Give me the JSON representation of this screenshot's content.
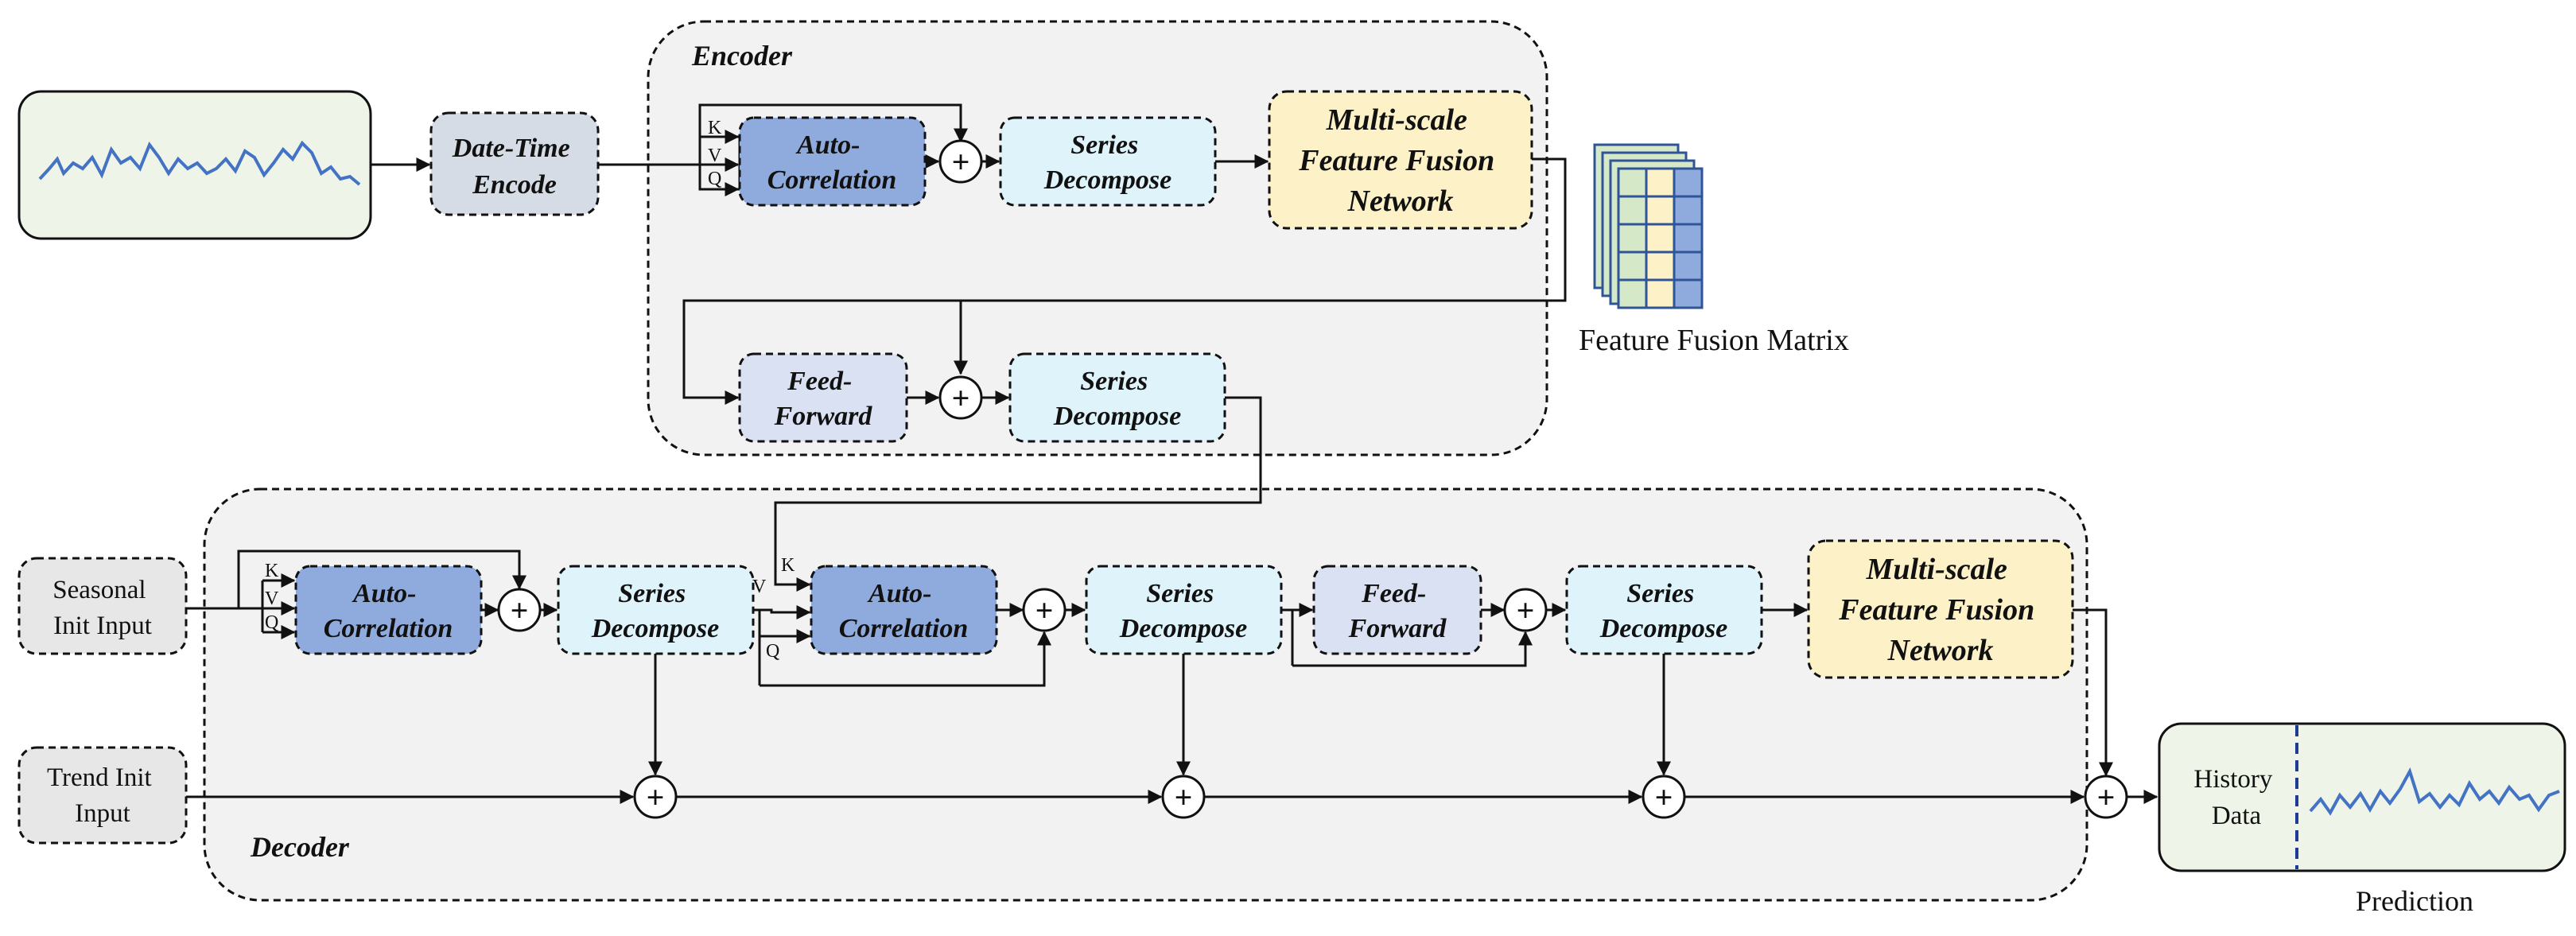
{
  "encoder": {
    "title": "Encoder",
    "date_time_encode": [
      "Date-Time",
      "Encode"
    ],
    "auto_correlation": [
      "Auto-",
      "Correlation"
    ],
    "series_decompose_1": [
      "Series",
      "Decompose"
    ],
    "msffn": [
      "Multi-scale",
      "Feature Fusion",
      "Network"
    ],
    "feed_forward": [
      "Feed-",
      "Forward"
    ],
    "series_decompose_2": [
      "Series",
      "Decompose"
    ],
    "kvq": [
      "K",
      "V",
      "Q"
    ]
  },
  "feature_fusion_matrix_label": "Feature Fusion Matrix",
  "decoder": {
    "title": "Decoder",
    "seasonal_init": [
      "Seasonal",
      "Init Input"
    ],
    "trend_init": [
      "Trend Init",
      "Input"
    ],
    "auto_correlation_1": [
      "Auto-",
      "Correlation"
    ],
    "series_decompose_1": [
      "Series",
      "Decompose"
    ],
    "auto_correlation_2": [
      "Auto-",
      "Correlation"
    ],
    "series_decompose_2": [
      "Series",
      "Decompose"
    ],
    "feed_forward": [
      "Feed-",
      "Forward"
    ],
    "series_decompose_3": [
      "Series",
      "Decompose"
    ],
    "msffn": [
      "Multi-scale",
      "Feature Fusion",
      "Network"
    ],
    "kvq": [
      "K",
      "V",
      "Q"
    ],
    "kvq2": [
      "K",
      "V",
      "Q"
    ]
  },
  "output": {
    "history": [
      "History",
      "Data"
    ],
    "prediction_label": "Prediction"
  },
  "colors": {
    "auto_correlation": "#8faadc",
    "series_decompose": "#dff3fb",
    "msffn": "#fdf1c7",
    "feed_forward": "#d9e1f2",
    "date_time": "#d6dce5",
    "input_gray": "#e7e7e7",
    "ts_panel": "#eef5e8",
    "group_bg": "#f2f2f2",
    "signal": "#4472c4"
  }
}
